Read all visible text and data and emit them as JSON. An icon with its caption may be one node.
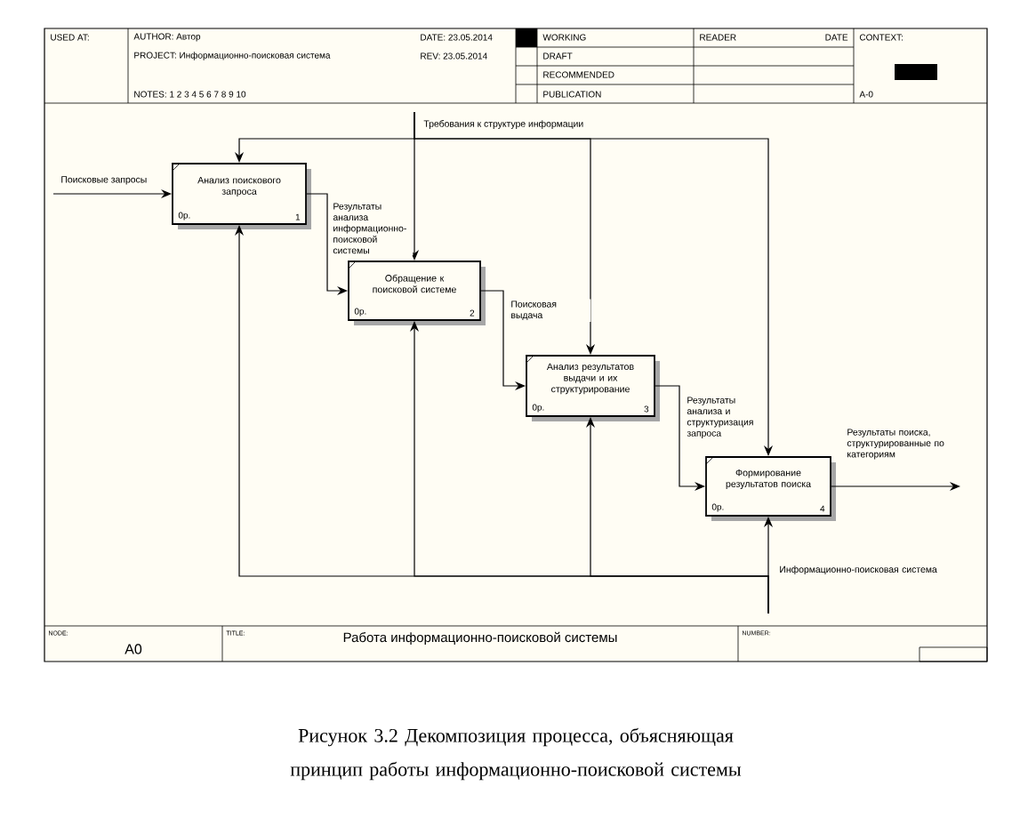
{
  "diagram": {
    "title": "Работа информационно-поисковой системы",
    "caption": "Рисунок 3.2 Декомпозиция процесса, объясняющая принцип работы информационно-поисковой системы",
    "nodes": [
      {
        "text": [
          "Анализ поискового запроса",
          "0р.",
          "1"
        ]
      },
      {
        "text": [
          "Обращение к поисковой системе",
          "0р.",
          "2"
        ]
      },
      {
        "text": [
          "Анализ результатов выдачи и их структурирование",
          "0р.",
          "3"
        ]
      },
      {
        "text": [
          "Формирование результатов поиска",
          "0р.",
          "4"
        ]
      }
    ],
    "edges": [
      {
        "from": null,
        "to": 0,
        "arrow": "to",
        "label": "Поисковые запросы"
      },
      {
        "from": null,
        "to": 0,
        "arrow": "to"
      },
      {
        "from": null,
        "to": 1,
        "arrow": "to",
        "label": "Требования к структуре информации"
      },
      {
        "from": null,
        "to": 2,
        "arrow": "to"
      },
      {
        "from": null,
        "to": 3,
        "arrow": "to"
      },
      {
        "from": 0,
        "to": 1,
        "arrow": "to",
        "label": "Результаты анализа информационно-поисковой системы"
      },
      {
        "from": 1,
        "to": 2,
        "arrow": "to",
        "label": "Поисковая выдача"
      },
      {
        "from": 2,
        "to": 3,
        "arrow": "to",
        "label": "Результаты анализа и структуризация запроса"
      },
      {
        "from": 3,
        "to": null,
        "arrow": "to",
        "label": "Результаты поиска, структурированные по категориям"
      },
      {
        "from": null,
        "to": 0,
        "arrow": "to"
      },
      {
        "from": null,
        "to": 1,
        "arrow": "to"
      },
      {
        "from": null,
        "to": 2,
        "arrow": "to"
      },
      {
        "from": null,
        "to": 3,
        "arrow": "to",
        "label": "Информационно-поисковая система"
      }
    ],
    "labels": [
      "USED AT:",
      "AUTHOR: Автор",
      "DATE: 23.05.2014",
      "PROJECT: Информационно-поисковая система",
      "REV: 23.05.2014",
      "NOTES: 1 2 3 4 5 6 7 8 9 10",
      "WORKING",
      "DRAFT",
      "RECOMMENDED",
      "PUBLICATION",
      "READER",
      "DATE",
      "CONTEXT:",
      "A-0",
      "NODE:",
      "A0",
      "TITLE:",
      "NUMBER:"
    ]
  }
}
